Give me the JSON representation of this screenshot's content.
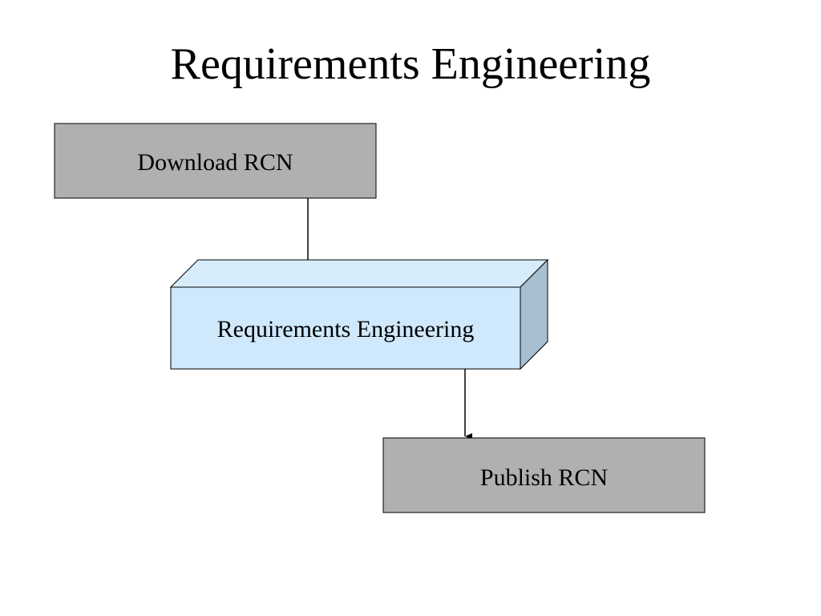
{
  "slide": {
    "title": "Requirements Engineering"
  },
  "diagram": {
    "nodes": {
      "download": {
        "label": "Download RCN",
        "fill": "#b0b0b0"
      },
      "process": {
        "label": "Requirements Engineering",
        "front_fill": "#cfe8fb",
        "top_fill": "#d7ecfb",
        "side_fill": "#a7bfd0"
      },
      "publish": {
        "label": "Publish RCN",
        "fill": "#b0b0b0"
      }
    },
    "edges": [
      {
        "from": "download",
        "to": "process"
      },
      {
        "from": "process",
        "to": "publish"
      }
    ]
  }
}
